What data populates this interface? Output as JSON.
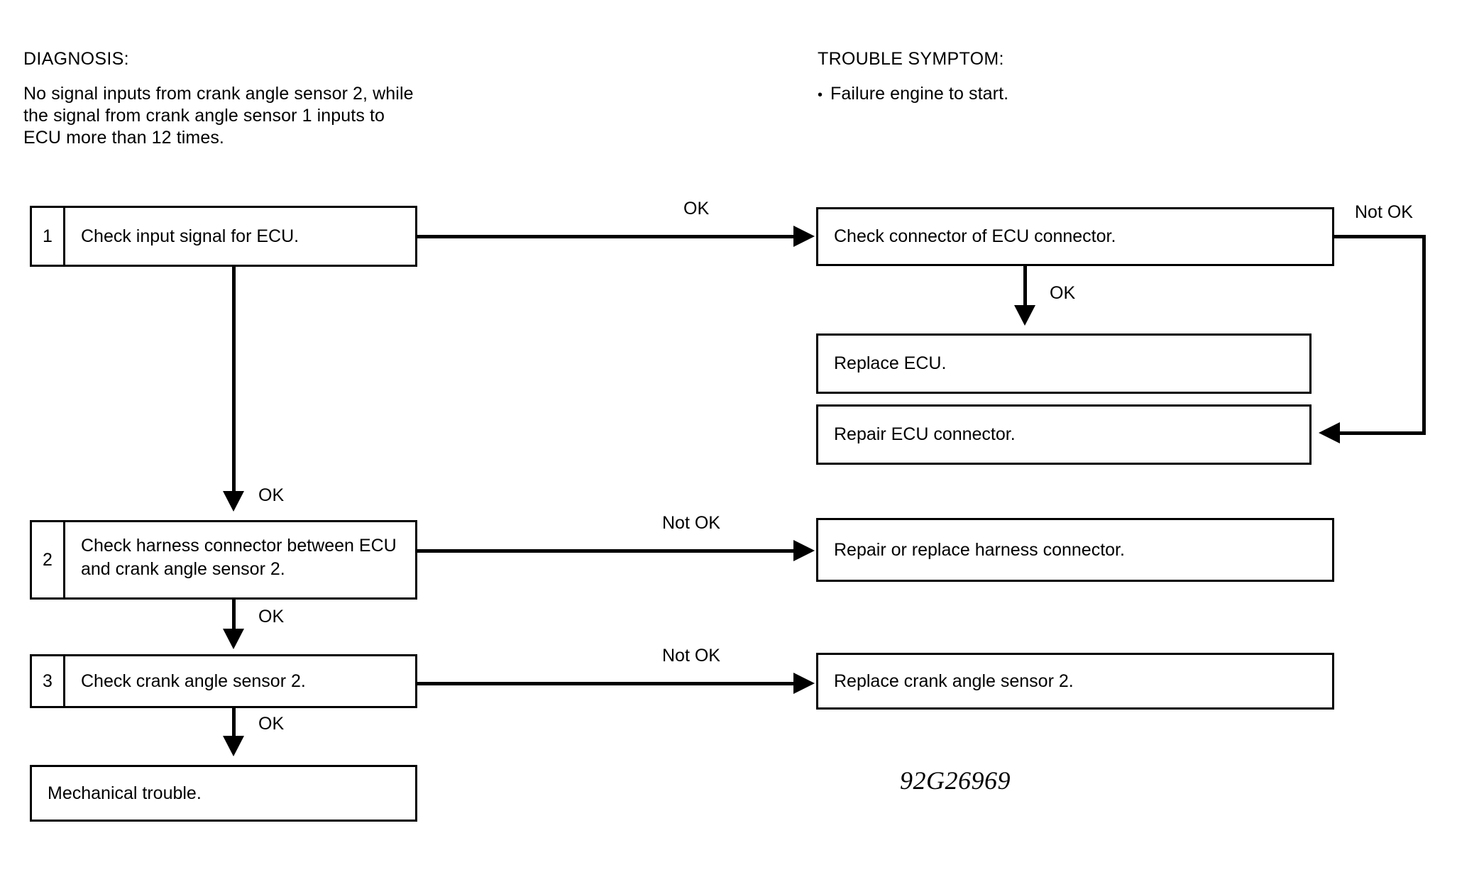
{
  "header": {
    "diagnosis": {
      "title": "DIAGNOSIS:",
      "body": "No signal inputs from crank angle sensor 2, while\nthe signal from crank angle sensor 1 inputs to\nECU more than 12 times."
    },
    "symptom": {
      "title": "TROUBLE SYMPTOM:",
      "bullet": "•",
      "item": "Failure engine to start."
    }
  },
  "flow": {
    "steps": [
      {
        "number": "1",
        "text": "Check input signal for ECU."
      },
      {
        "number": "2",
        "text": "Check harness connector between ECU\nand crank angle sensor 2."
      },
      {
        "number": "3",
        "text": "Check crank angle sensor 2."
      }
    ],
    "terminal": {
      "text": "Mechanical trouble."
    },
    "results": [
      {
        "text": "Check connector of ECU connector."
      },
      {
        "text": "Replace ECU."
      },
      {
        "text": "Repair ECU connector."
      },
      {
        "text": "Repair or replace harness connector."
      },
      {
        "text": "Replace crank angle sensor 2."
      }
    ],
    "labels": {
      "step1_right": "OK",
      "step1_down": "OK",
      "ecu_conn_right": "Not OK",
      "ecu_conn_down": "OK",
      "step2_right": "Not OK",
      "step2_down": "OK",
      "step3_right": "Not OK",
      "step3_down": "OK"
    }
  },
  "figure_code": "92G26969",
  "colors": {
    "ink": "#000000",
    "paper": "#ffffff"
  }
}
